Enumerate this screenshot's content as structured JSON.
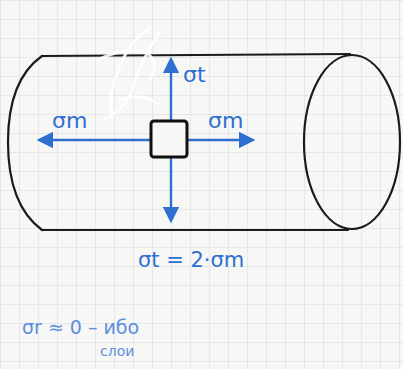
{
  "diagram": {
    "labels": [
      "σt",
      "σm",
      "σm",
      "σt = 2·σm",
      "σr ≈ 0 – ибо",
      "слои"
    ]
  }
}
